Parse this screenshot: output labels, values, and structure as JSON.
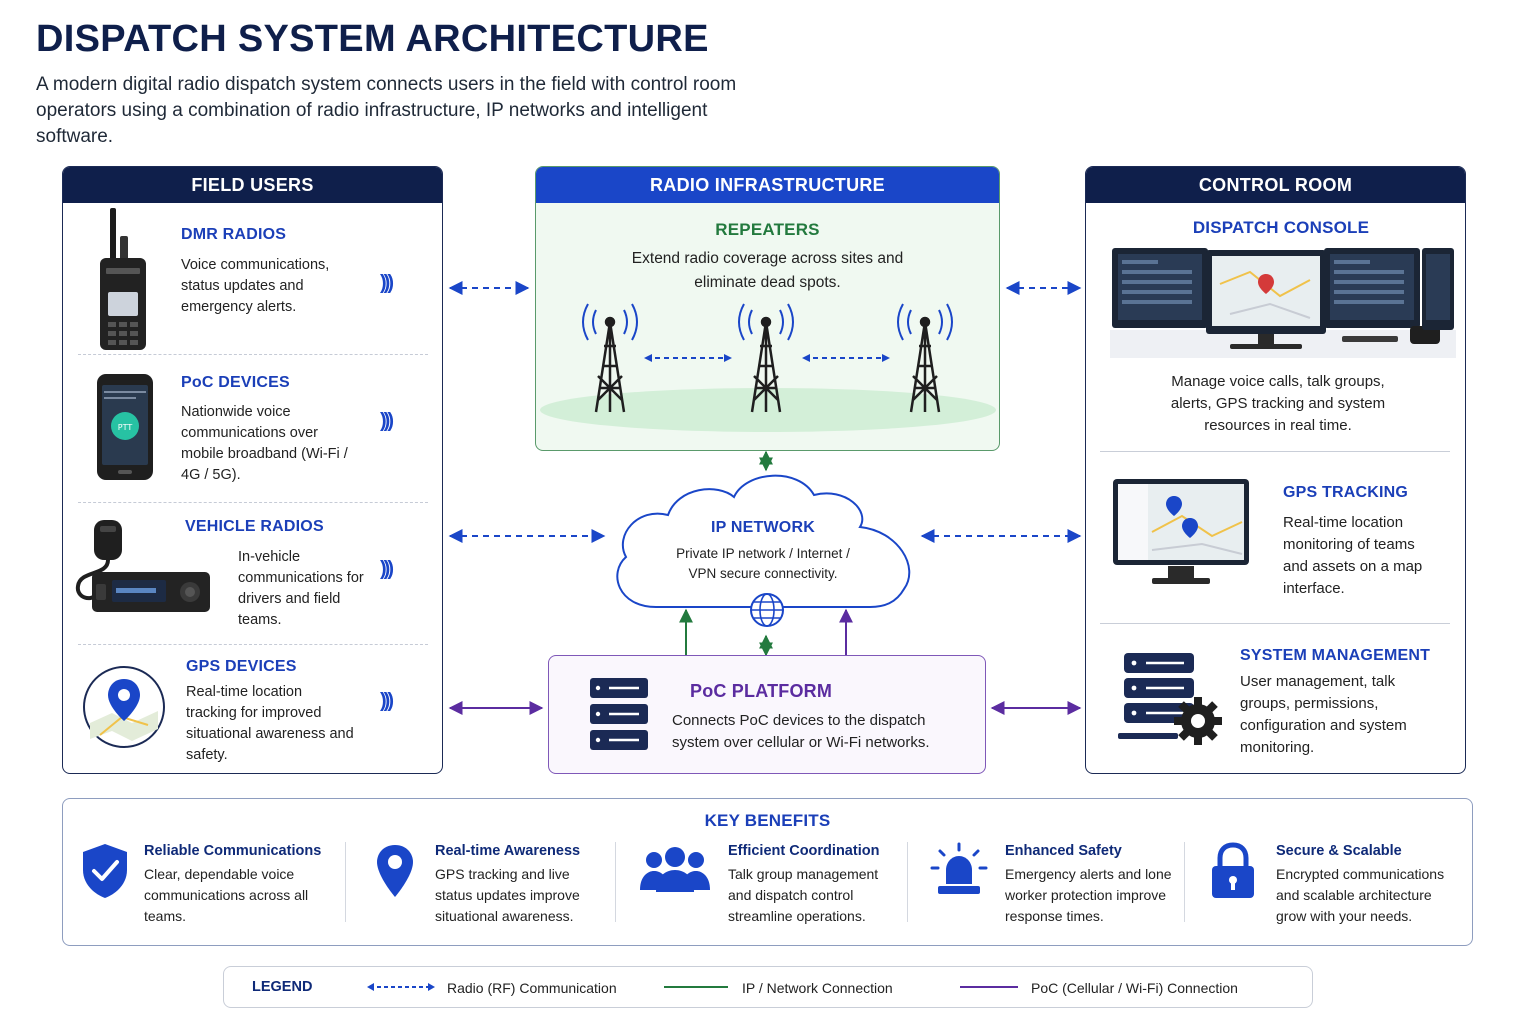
{
  "header": {
    "title": "DISPATCH SYSTEM ARCHITECTURE",
    "intro": "A modern digital radio dispatch system connects users in the field with control room operators using a combination of radio infrastructure, IP networks and intelligent software."
  },
  "field_users": {
    "heading": "FIELD USERS",
    "items": [
      {
        "title": "DMR RADIOS",
        "text": "Voice communications, status updates and emergency alerts.",
        "icon": "handheld-radio-icon"
      },
      {
        "title": "PoC DEVICES",
        "text": "Nationwide voice communications over mobile broadband (Wi-Fi / 4G / 5G).",
        "icon": "smartphone-icon",
        "screen_label": "PTT"
      },
      {
        "title": "VEHICLE RADIOS",
        "text": "In-vehicle communications for drivers and field teams.",
        "icon": "vehicle-radio-icon"
      },
      {
        "title": "GPS DEVICES",
        "text": "Real-time location tracking for improved situational awareness and safety.",
        "icon": "map-pin-icon"
      }
    ]
  },
  "radio_infrastructure": {
    "heading": "RADIO INFRASTRUCTURE",
    "title": "REPEATERS",
    "text": "Extend radio coverage across sites and eliminate dead spots."
  },
  "ip_network": {
    "title": "IP NETWORK",
    "text": "Private IP network / Internet / VPN secure connectivity."
  },
  "poc_platform": {
    "title": "PoC PLATFORM",
    "text": "Connects PoC devices to the dispatch system over cellular or Wi-Fi networks."
  },
  "control_room": {
    "heading": "CONTROL ROOM",
    "console": {
      "title": "DISPATCH CONSOLE",
      "text": "Manage voice calls, talk groups, alerts, GPS tracking and system resources in real time."
    },
    "gps": {
      "title": "GPS TRACKING",
      "text": "Real-time location monitoring of teams and assets on a map interface."
    },
    "management": {
      "title": "SYSTEM MANAGEMENT",
      "text": "User management, talk groups, permissions, configuration and system monitoring."
    }
  },
  "benefits": {
    "heading": "KEY BENEFITS",
    "items": [
      {
        "title": "Reliable Communications",
        "text": "Clear, dependable voice communications across all teams.",
        "icon": "shield-check-icon"
      },
      {
        "title": "Real-time Awareness",
        "text": "GPS tracking and live status updates improve situational awareness.",
        "icon": "location-pin-icon"
      },
      {
        "title": "Efficient Coordination",
        "text": "Talk group management and dispatch control streamline operations.",
        "icon": "team-icon"
      },
      {
        "title": "Enhanced Safety",
        "text": "Emergency alerts and lone worker protection improve response times.",
        "icon": "alarm-beacon-icon"
      },
      {
        "title": "Secure & Scalable",
        "text": "Encrypted communications and scalable architecture grow with your needs.",
        "icon": "padlock-icon"
      }
    ]
  },
  "legend": {
    "heading": "LEGEND",
    "items": [
      {
        "label": "Radio (RF) Communication",
        "style": "dashed-arrow",
        "color": "#1a46c8"
      },
      {
        "label": "IP / Network Connection",
        "style": "solid-line",
        "color": "#237a3e"
      },
      {
        "label": "PoC (Cellular / Wi-Fi) Connection",
        "style": "solid-line",
        "color": "#5b2ca0"
      }
    ]
  },
  "colors": {
    "navy": "#0f1f4b",
    "blue": "#1a46c8",
    "green": "#237a3e",
    "purple": "#5b2ca0"
  }
}
